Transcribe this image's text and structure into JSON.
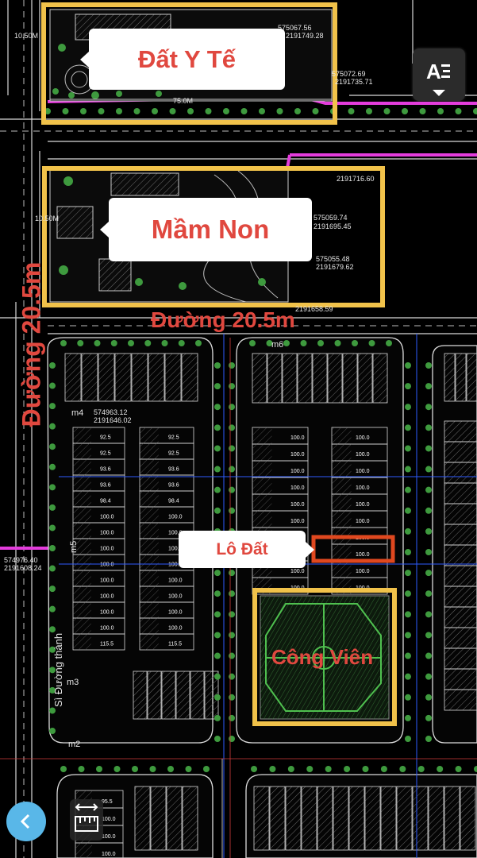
{
  "labels": {
    "health_land": "Đất Y Tế",
    "kindergarten": "Mầm Non",
    "road_top": "Đường 20.5m",
    "road_left": "Đường 20.5m",
    "lot": "Lô Đất",
    "park": "Công Viên"
  },
  "coords": [
    "575067.56",
    "2191749.28",
    "575072.69",
    "2191735.71",
    "2191716.60",
    "575059.74",
    "2191695.45",
    "575055.48",
    "2191679.62",
    "2191658.59",
    "574963.12",
    "2191646.02",
    "574976.40",
    "2191608.24"
  ],
  "markers": [
    "m6",
    "m4",
    "m5",
    "m3",
    "m2"
  ],
  "dims": [
    "75.0M",
    "10.50M",
    "10.50M"
  ],
  "vertical_text": "Sì Đường thành",
  "lot_values_a": [
    "92.5",
    "92.5",
    "93.6",
    "93.6",
    "98.4",
    "100.0",
    "100.0",
    "100.0",
    "100.0",
    "100.0",
    "100.0",
    "100.0",
    "100.0",
    "115.5"
  ],
  "lot_values_b": [
    "100.0",
    "100.0",
    "100.0",
    "100.0",
    "100.0",
    "100.0",
    "100.0",
    "100.0",
    "100.0"
  ],
  "bottom_values": [
    "95.5",
    "100.0",
    "100.0",
    "100.0"
  ],
  "buttons": {
    "text_toggle_icon": "A-lines-icon",
    "back_icon": "chevron-left-icon",
    "ruler_icon": "ruler-icon"
  },
  "colors": {
    "highlight": "#f1c24a",
    "magenta": "#e43cdc",
    "label_red": "#e0483f",
    "lot_box": "#e0481f"
  }
}
